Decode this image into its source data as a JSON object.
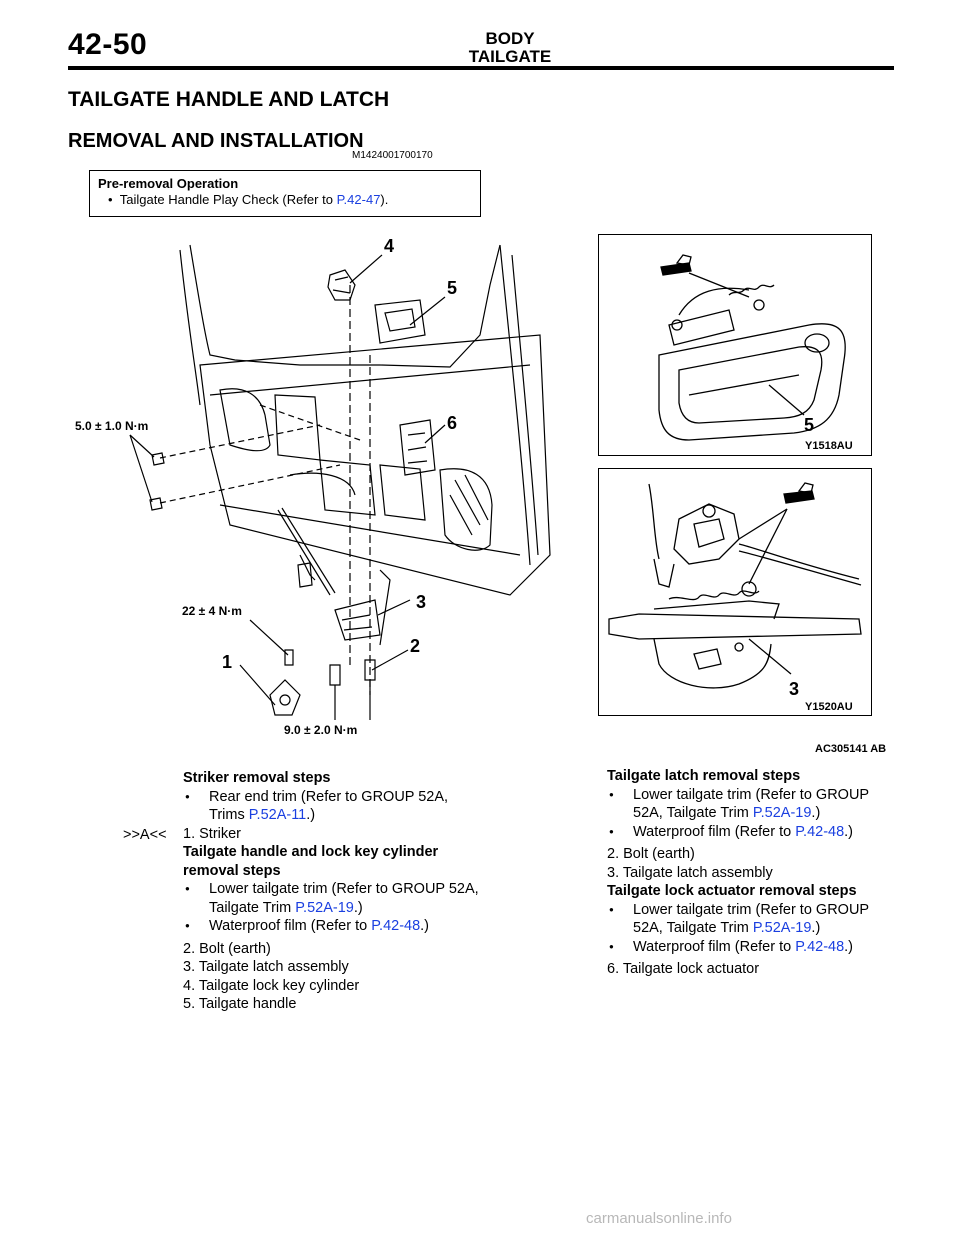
{
  "header": {
    "page_number": "42-50",
    "section": "BODY",
    "subsection": "TAILGATE"
  },
  "title": "TAILGATE HANDLE AND LATCH",
  "subtitle": "REMOVAL AND INSTALLATION",
  "doc_id": "M1424001700170",
  "pre_removal": {
    "title": "Pre-removal Operation",
    "item_text": "Tailgate Handle Play Check (Refer to ",
    "item_link": "P.42-47",
    "item_end": ")."
  },
  "figure": {
    "callouts": [
      "4",
      "5",
      "6",
      "3",
      "2",
      "1"
    ],
    "torques": [
      "5.0 ± 1.0 N·m",
      "22 ± 4 N·m",
      "9.0 ± 2.0 N·m"
    ],
    "inset1": {
      "callout": "5",
      "label": "Y1518AU"
    },
    "inset2": {
      "callout": "3",
      "label": "Y1520AU"
    },
    "code": "AC305141 AB"
  },
  "left_col": {
    "striker_head": "Striker removal steps",
    "striker_bullet_text": "Rear end trim (Refer to GROUP 52A, Trims ",
    "striker_bullet_link": "P.52A-11",
    "striker_bullet_end": ".)",
    "ref_mark": ">>A<<",
    "step1": "1.  Striker",
    "handle_head": "Tailgate handle and lock key cylinder removal steps",
    "b1_text": "Lower tailgate trim (Refer to GROUP 52A, Tailgate Trim ",
    "b1_link": "P.52A-19",
    "b1_end": ".)",
    "b2_text": "Waterproof film (Refer to ",
    "b2_link": "P.42-48",
    "b2_end": ".)",
    "step2": "2.  Bolt (earth)",
    "step3": "3.  Tailgate latch assembly",
    "step4": "4.  Tailgate lock key cylinder",
    "step5": "5.  Tailgate handle"
  },
  "right_col": {
    "latch_head": "Tailgate latch removal steps",
    "b1_text": "Lower tailgate trim (Refer to GROUP 52A, Tailgate Trim ",
    "b1_link": "P.52A-19",
    "b1_end": ".)",
    "b2_text": "Waterproof film (Refer to ",
    "b2_link": "P.42-48",
    "b2_end": ".)",
    "step2": "2.  Bolt (earth)",
    "step3": "3.  Tailgate latch assembly",
    "actuator_head": "Tailgate lock actuator removal steps",
    "b3_text": "Lower tailgate trim (Refer to GROUP 52A, Tailgate Trim ",
    "b3_link": "P.52A-19",
    "b3_end": ".)",
    "b4_text": "Waterproof film (Refer to ",
    "b4_link": "P.42-48",
    "b4_end": ".)",
    "step6": "6.  Tailgate lock actuator"
  },
  "watermark": "carmanualsonline.info"
}
